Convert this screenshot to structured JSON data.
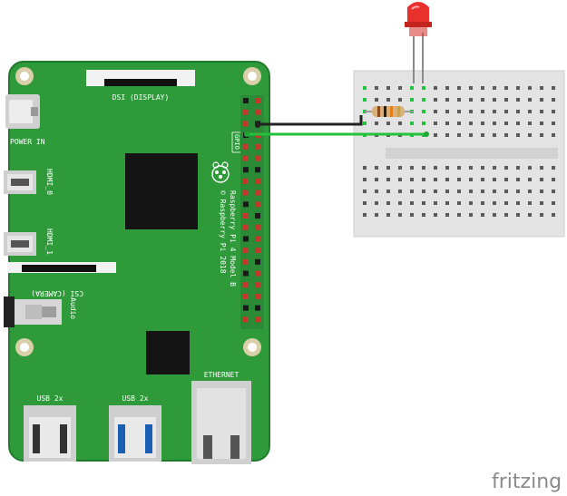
{
  "board": {
    "dsi_label": "DSI (DISPLAY)",
    "power_label": "POWER IN",
    "hdmi0_label": "HDMI_0",
    "hdmi1_label": "HDMI_1",
    "csi_label": "CSI (CAMERA)",
    "audio_label": "Audio",
    "gpio_label": "GPIO",
    "model_label": "Raspberry Pi 4 Model B",
    "copyright_label": "© Raspberry Pi 2018",
    "usb_label_a": "USB 2x",
    "usb_label_b": "USB 2x",
    "ethernet_label": "ETHERNET"
  },
  "branding": {
    "text": "fritzing"
  },
  "colors": {
    "board": "#2e9a3a",
    "board_edge": "#1f7a2c",
    "wire_black": "#222222",
    "wire_green": "#22c23a",
    "led": "#e8302c",
    "breadboard": "#e6e6e6"
  }
}
